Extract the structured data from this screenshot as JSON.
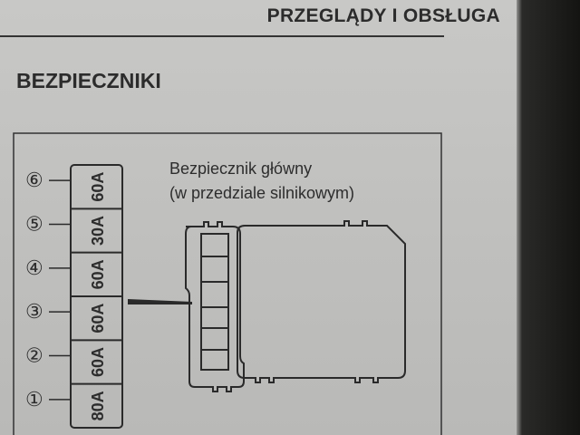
{
  "header": {
    "section_title": "PRZEGLĄDY I OBSŁUGA"
  },
  "page": {
    "heading": "BEZPIECZNIKI"
  },
  "diagram": {
    "caption_line1": "Bezpiecznik główny",
    "caption_line2": "(w przedziale silnikowym)",
    "fuses": [
      {
        "number": "⑥",
        "rating": "60A"
      },
      {
        "number": "⑤",
        "rating": "30A"
      },
      {
        "number": "④",
        "rating": "60A"
      },
      {
        "number": "③",
        "rating": "60A"
      },
      {
        "number": "②",
        "rating": "60A"
      },
      {
        "number": "①",
        "rating": "80A"
      }
    ]
  }
}
